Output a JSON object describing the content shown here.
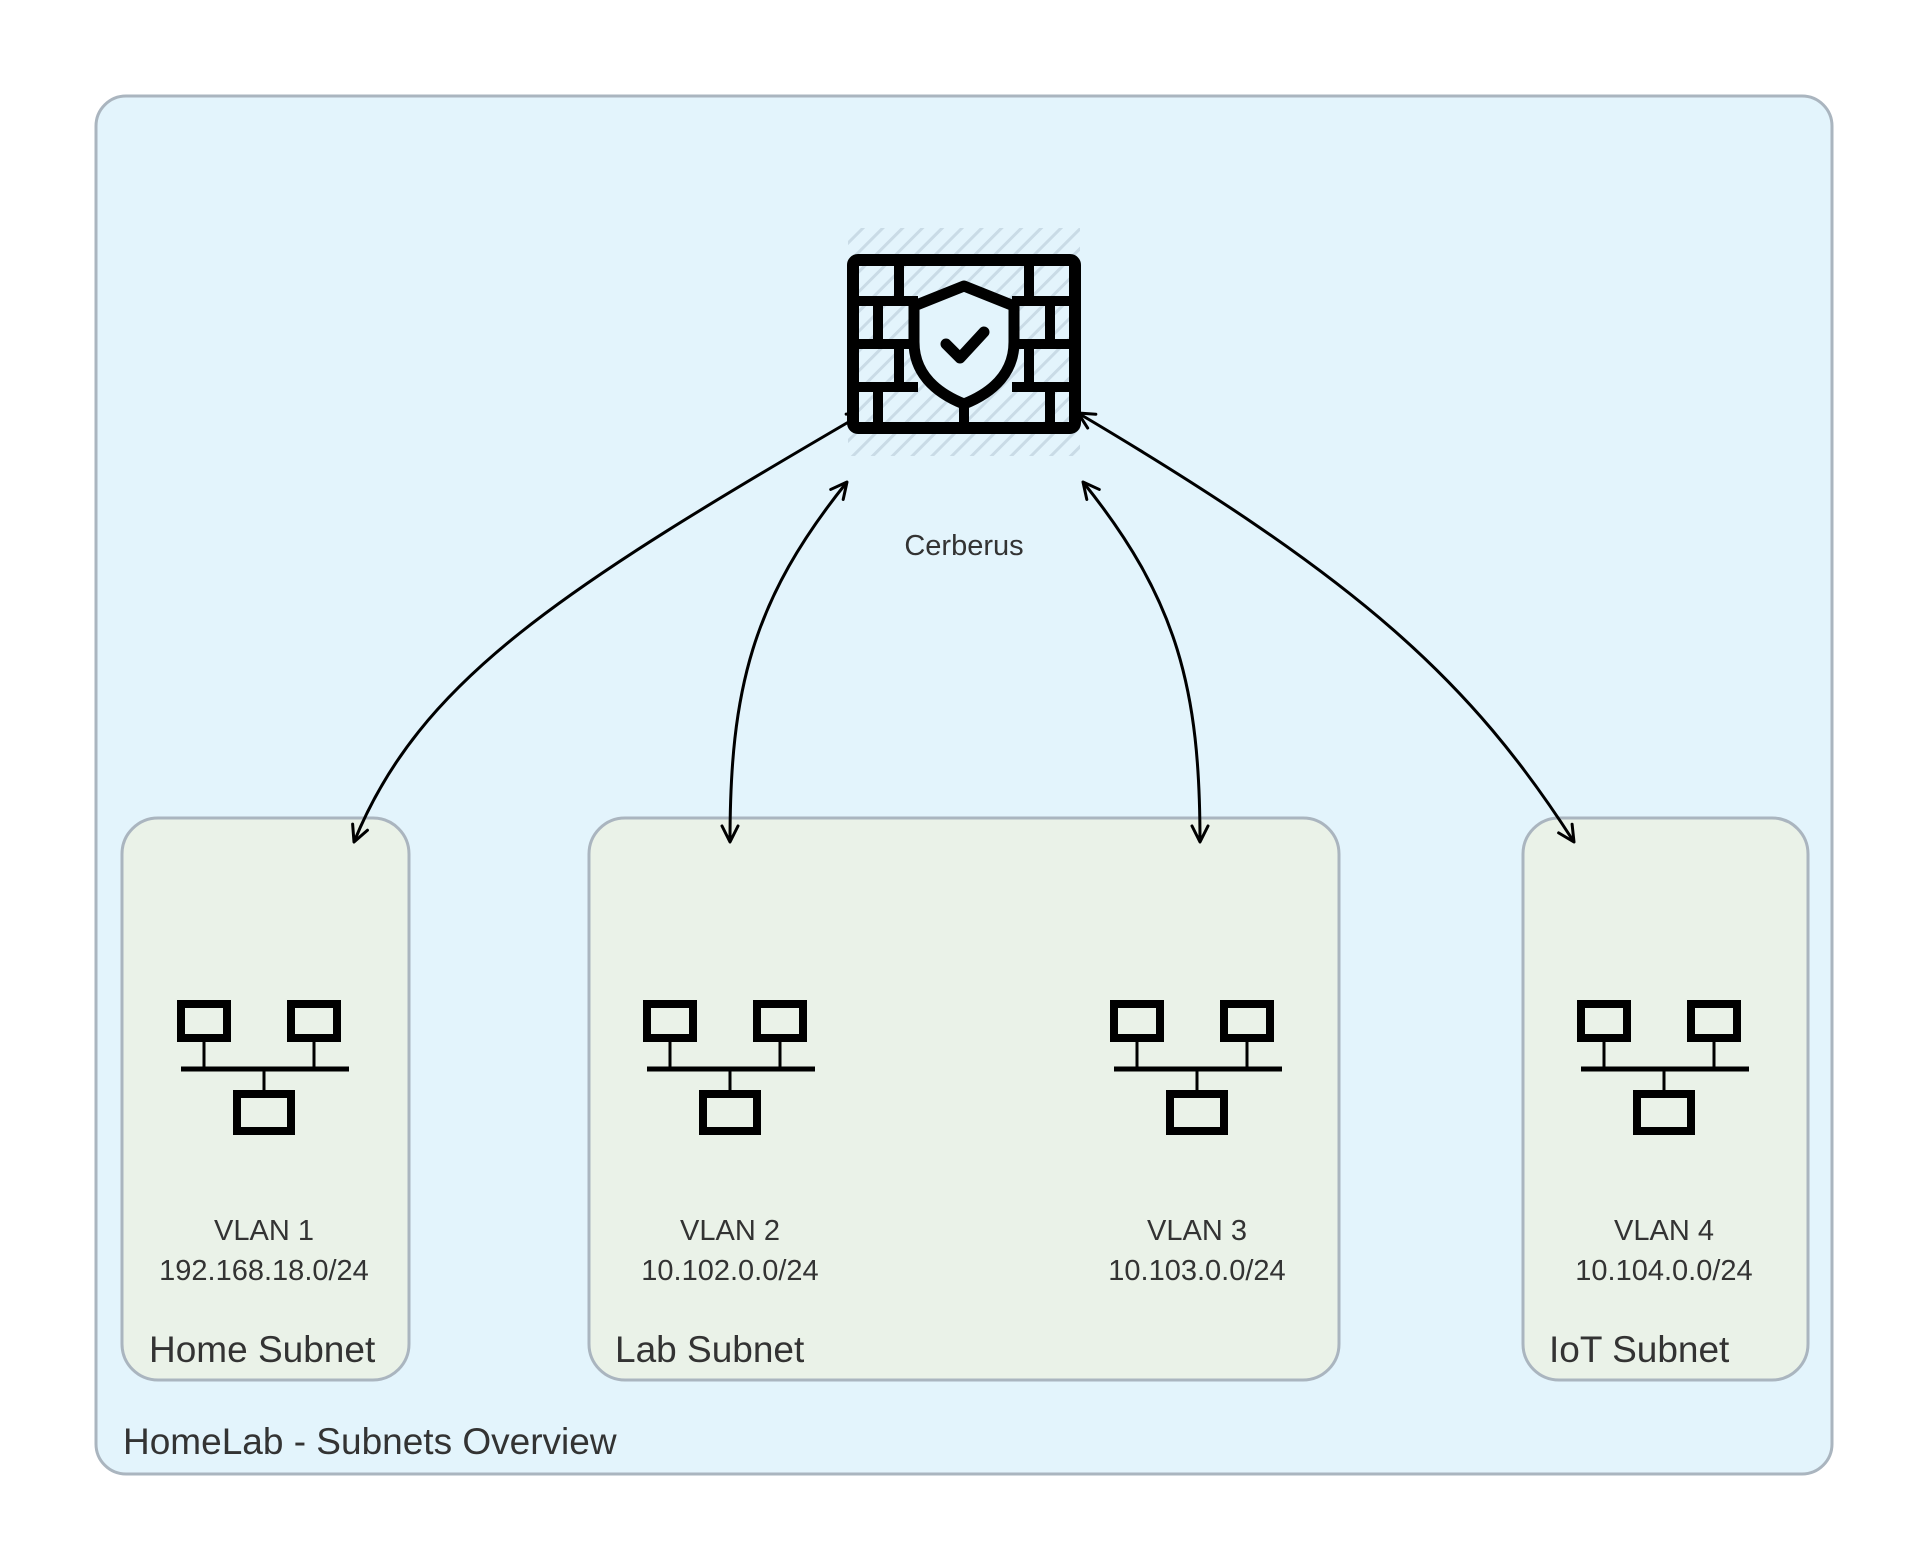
{
  "diagram": {
    "title": "HomeLab - Subnets Overview",
    "firewall": {
      "label": "Cerberus",
      "icon": "firewall-shield-icon"
    },
    "groups": [
      {
        "id": "home",
        "label": "Home Subnet"
      },
      {
        "id": "lab",
        "label": "Lab Subnet"
      },
      {
        "id": "iot",
        "label": "IoT Subnet"
      }
    ],
    "vlans": [
      {
        "name": "VLAN 1",
        "cidr": "192.168.18.0/24",
        "group": "home",
        "icon": "network-icon"
      },
      {
        "name": "VLAN 2",
        "cidr": "10.102.0.0/24",
        "group": "lab",
        "icon": "network-icon"
      },
      {
        "name": "VLAN 3",
        "cidr": "10.103.0.0/24",
        "group": "lab",
        "icon": "network-icon"
      },
      {
        "name": "VLAN 4",
        "cidr": "10.104.0.0/24",
        "group": "iot",
        "icon": "network-icon"
      }
    ],
    "connections": [
      {
        "from": "Cerberus",
        "to": "VLAN 1",
        "direction": "bidirectional"
      },
      {
        "from": "Cerberus",
        "to": "VLAN 2",
        "direction": "bidirectional"
      },
      {
        "from": "Cerberus",
        "to": "VLAN 3",
        "direction": "bidirectional"
      },
      {
        "from": "Cerberus",
        "to": "VLAN 4",
        "direction": "bidirectional"
      }
    ],
    "colors": {
      "outer_fill": "#e3f4fc",
      "outer_stroke": "#aab5bf",
      "group_fill": "#eaf2e8",
      "group_stroke": "#aab5bf",
      "icon": "#000000",
      "edge": "#000000",
      "text": "#333333"
    }
  }
}
